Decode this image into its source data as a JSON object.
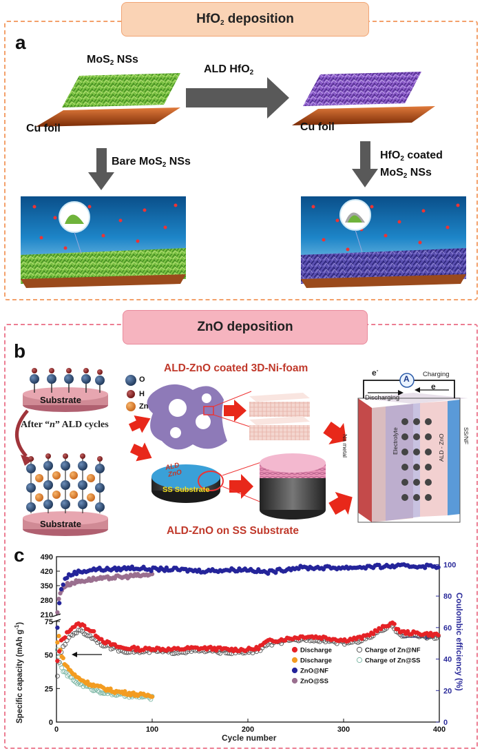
{
  "colors": {
    "frame_orange": "#f3a06a",
    "pill_orange": "#fad3b5",
    "frame_pink": "#ec7d92",
    "pill_pink": "#f6b4bf",
    "arrow_gray": "#595959",
    "arrow_red": "#e8281a",
    "red_text": "#c0392b",
    "discharge_nf": "#e52226",
    "discharge_ss": "#f39c21",
    "ce_nf": "#24249a",
    "ce_ss": "#9a6f8f",
    "charge_nf": "#555555",
    "charge_ss": "#7fb8a6"
  },
  "panel_a": {
    "section_title_base": "HfO",
    "section_title_sub": "2",
    "section_title_rest": " deposition",
    "letter": "a",
    "nss_left_base": "MoS",
    "nss_left_sub": "2",
    "nss_left_rest": " NSs",
    "ald_arrow_base": "ALD HfO",
    "ald_arrow_sub": "2",
    "cu_left": "Cu foil",
    "cu_right": "Cu foil",
    "bare_base": "Bare MoS",
    "bare_sub": "2",
    "bare_rest": " NSs",
    "coated_line1_base": "HfO",
    "coated_line1_sub": "2",
    "coated_line1_rest": " coated",
    "coated_line2_base": "MoS",
    "coated_line2_sub": "2",
    "coated_line2_rest": " NSs"
  },
  "panel_b": {
    "section_title": "ZnO deposition",
    "letter": "b",
    "legend_o": "O",
    "legend_h": "H",
    "legend_zn": "Zn",
    "substrate_top": "Substrate",
    "substrate_bottom": "Substrate",
    "cycles_pre": "After “",
    "cycles_n": "n",
    "cycles_post": "” ALD cycles",
    "nifoam_title": "ALD-ZnO coated 3D-Ni-foam",
    "ss_title": "ALD-ZnO on SS Substrate",
    "disc_label_ald": "ALD",
    "disc_label_zno": "ZnO",
    "disc_label_ss": "SS Substrate",
    "cell_e_left_base": "e",
    "cell_e_left_sup": "-",
    "cell_e_right": "e",
    "cell_ammeter": "A",
    "cell_charging": "Charging",
    "cell_discharging": "Discharging",
    "cell_layer_na": "Na metal",
    "cell_layer_electrolyte": "Electrolyte",
    "cell_layer_zno": "ALD - ZnO",
    "cell_layer_ssnf": "SS/NF"
  },
  "panel_c": {
    "letter": "c",
    "chart_data": {
      "type": "scatter",
      "xlabel": "Cycle number",
      "ylabel_left": "Specific capacity (mAh g",
      "ylabel_left_sup": "-1",
      "ylabel_left_close": ")",
      "ylabel_right": "Coulombic efficiency (%)",
      "xlim": [
        0,
        400
      ],
      "x_ticks": [
        "0",
        "100",
        "200",
        "300",
        "400"
      ],
      "y_left_ticks_upper": [
        "490",
        "420",
        "350",
        "280",
        "210"
      ],
      "y_left_ticks_lower": [
        "75",
        "50",
        "25",
        "0"
      ],
      "y_right_ticks": [
        "0",
        "20",
        "40",
        "60",
        "80",
        "100"
      ],
      "axis_break": "y-left between 75 and 210",
      "legend": [
        "Discharge",
        "Discharge",
        "ZnO@NF",
        "ZnO@SS",
        "Charge of Zn@NF",
        "Charge of Zn@SS"
      ],
      "legend_position": "center-right",
      "series": [
        {
          "name": "Discharge",
          "axis": "left",
          "color": "#e52226",
          "marker": "filled-circle",
          "x": [
            1,
            5,
            10,
            15,
            20,
            25,
            30,
            40,
            50,
            60,
            70,
            80,
            90,
            100,
            120,
            140,
            160,
            180,
            200,
            210,
            220,
            240,
            260,
            280,
            300,
            320,
            340,
            350,
            360,
            380,
            400
          ],
          "y": [
            45,
            60,
            65,
            70,
            72,
            73,
            71,
            66,
            60,
            57,
            55,
            55,
            54,
            55,
            54,
            55,
            55,
            54,
            54,
            55,
            60,
            62,
            64,
            63,
            61,
            63,
            70,
            74,
            67,
            66,
            65
          ]
        },
        {
          "name": "Discharge",
          "axis": "left",
          "color": "#f39c21",
          "marker": "filled-circle",
          "x": [
            1,
            3,
            5,
            8,
            10,
            15,
            20,
            30,
            40,
            50,
            60,
            70,
            80,
            90,
            100
          ],
          "y": [
            75,
            60,
            50,
            45,
            42,
            38,
            34,
            30,
            27,
            25,
            23,
            22,
            21,
            20,
            20
          ]
        },
        {
          "name": "ZnO@NF",
          "axis": "right",
          "color": "#24249a",
          "marker": "filled-circle",
          "x": [
            1,
            3,
            5,
            10,
            20,
            40,
            60,
            80,
            100,
            120,
            150,
            200,
            220,
            250,
            300,
            350,
            400
          ],
          "y": [
            60,
            75,
            85,
            92,
            95,
            97,
            97,
            98,
            97,
            97,
            96,
            97,
            95,
            98,
            98,
            99,
            99
          ]
        },
        {
          "name": "ZnO@SS",
          "axis": "right",
          "color": "#9a6f8f",
          "marker": "filled-circle",
          "x": [
            1,
            3,
            5,
            10,
            20,
            30,
            40,
            50,
            60,
            70,
            80,
            90,
            100
          ],
          "y": [
            70,
            80,
            84,
            87,
            89,
            90,
            91,
            91,
            92,
            92,
            93,
            93,
            94
          ]
        },
        {
          "name": "Charge of Zn@NF",
          "axis": "left",
          "color": "#555555",
          "marker": "open-circle",
          "x": [
            1,
            5,
            10,
            15,
            20,
            25,
            30,
            40,
            50,
            60,
            70,
            80,
            90,
            100,
            120,
            140,
            160,
            180,
            200,
            210,
            220,
            240,
            260,
            280,
            300,
            320,
            340,
            350,
            360,
            380,
            400
          ],
          "y": [
            35,
            52,
            60,
            65,
            67,
            68,
            66,
            62,
            57,
            55,
            53,
            53,
            52,
            53,
            52,
            53,
            53,
            52,
            52,
            53,
            58,
            60,
            62,
            61,
            59,
            61,
            68,
            72,
            65,
            64,
            63
          ]
        },
        {
          "name": "Charge of Zn@SS",
          "axis": "left",
          "color": "#7fb8a6",
          "marker": "open-circle",
          "x": [
            1,
            3,
            5,
            8,
            10,
            15,
            20,
            30,
            40,
            50,
            60,
            70,
            80,
            90,
            100
          ],
          "y": [
            55,
            45,
            40,
            38,
            36,
            33,
            30,
            27,
            24,
            22,
            21,
            20,
            19,
            19,
            18
          ]
        }
      ]
    }
  }
}
